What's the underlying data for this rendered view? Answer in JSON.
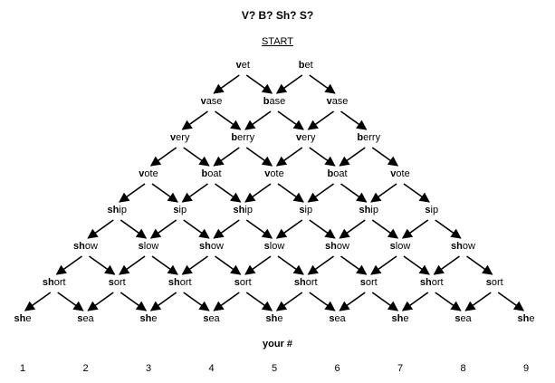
{
  "title": "V? B? Sh? S?",
  "start_label": "START",
  "your_label": "your #",
  "rows": [
    [
      {
        "p": "v",
        "r": "et"
      },
      {
        "p": "b",
        "r": "et"
      }
    ],
    [
      {
        "p": "v",
        "r": "ase"
      },
      {
        "p": "b",
        "r": "ase"
      },
      {
        "p": "v",
        "r": "ase"
      }
    ],
    [
      {
        "p": "v",
        "r": "ery"
      },
      {
        "p": "b",
        "r": "erry"
      },
      {
        "p": "v",
        "r": "ery"
      },
      {
        "p": "b",
        "r": "erry"
      }
    ],
    [
      {
        "p": "v",
        "r": "ote"
      },
      {
        "p": "b",
        "r": "oat"
      },
      {
        "p": "v",
        "r": "ote"
      },
      {
        "p": "b",
        "r": "oat"
      },
      {
        "p": "v",
        "r": "ote"
      }
    ],
    [
      {
        "p": "sh",
        "r": "ip"
      },
      {
        "p": "s",
        "r": "ip"
      },
      {
        "p": "sh",
        "r": "ip"
      },
      {
        "p": "s",
        "r": "ip"
      },
      {
        "p": "sh",
        "r": "ip"
      },
      {
        "p": "s",
        "r": "ip"
      }
    ],
    [
      {
        "p": "sh",
        "r": "ow"
      },
      {
        "p": "s",
        "r": "low"
      },
      {
        "p": "sh",
        "r": "ow"
      },
      {
        "p": "s",
        "r": "low"
      },
      {
        "p": "sh",
        "r": "ow"
      },
      {
        "p": "s",
        "r": "low"
      },
      {
        "p": "sh",
        "r": "ow"
      }
    ],
    [
      {
        "p": "sh",
        "r": "ort"
      },
      {
        "p": "s",
        "r": "ort"
      },
      {
        "p": "sh",
        "r": "ort"
      },
      {
        "p": "s",
        "r": "ort"
      },
      {
        "p": "sh",
        "r": "ort"
      },
      {
        "p": "s",
        "r": "ort"
      },
      {
        "p": "sh",
        "r": "ort"
      },
      {
        "p": "s",
        "r": "ort"
      }
    ],
    [
      {
        "p": "sh",
        "r": "e"
      },
      {
        "p": "s",
        "r": "ea"
      },
      {
        "p": "sh",
        "r": "e"
      },
      {
        "p": "s",
        "r": "ea"
      },
      {
        "p": "sh",
        "r": "e"
      },
      {
        "p": "s",
        "r": "ea"
      },
      {
        "p": "sh",
        "r": "e"
      },
      {
        "p": "s",
        "r": "ea"
      },
      {
        "p": "sh",
        "r": "e"
      }
    ]
  ],
  "numbers": [
    "1",
    "2",
    "3",
    "4",
    "5",
    "6",
    "7",
    "8",
    "9"
  ]
}
